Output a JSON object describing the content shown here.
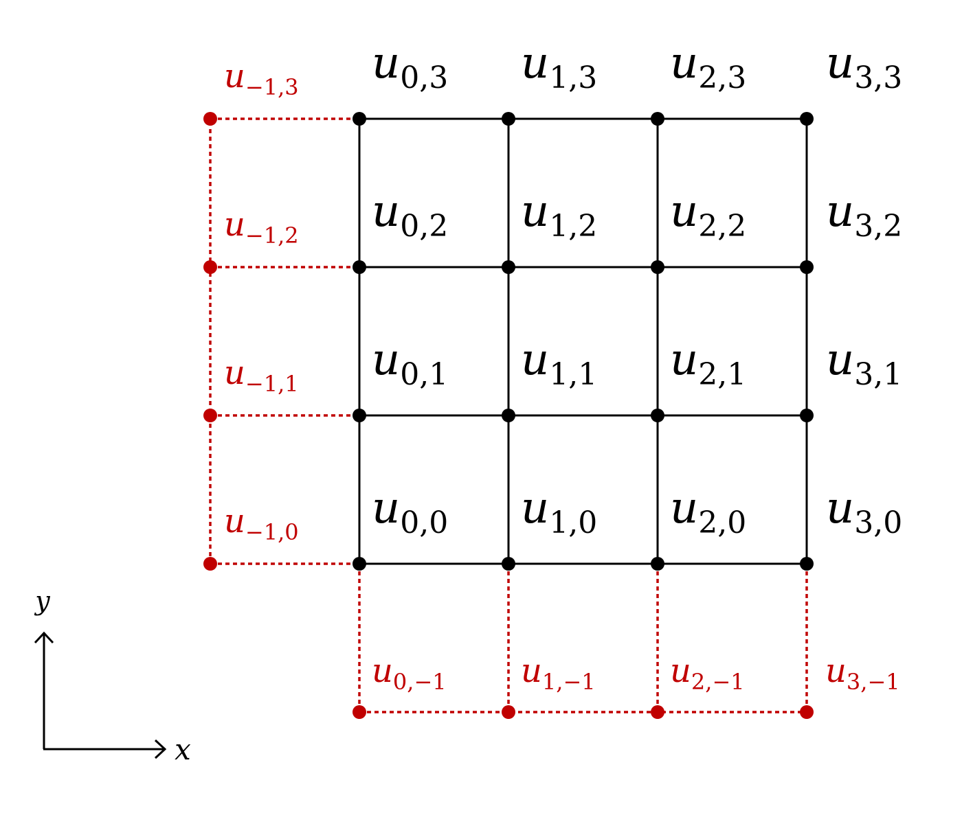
{
  "colors": {
    "interior": "#000000",
    "ghost": "#c00000",
    "background": "#ffffff"
  },
  "grid": {
    "interior_nodes": [
      {
        "id": "u00",
        "i": 0,
        "j": 0,
        "base": "u",
        "sub": "0,0"
      },
      {
        "id": "u10",
        "i": 1,
        "j": 0,
        "base": "u",
        "sub": "1,0"
      },
      {
        "id": "u20",
        "i": 2,
        "j": 0,
        "base": "u",
        "sub": "2,0"
      },
      {
        "id": "u30",
        "i": 3,
        "j": 0,
        "base": "u",
        "sub": "3,0"
      },
      {
        "id": "u01",
        "i": 0,
        "j": 1,
        "base": "u",
        "sub": "0,1"
      },
      {
        "id": "u11",
        "i": 1,
        "j": 1,
        "base": "u",
        "sub": "1,1"
      },
      {
        "id": "u21",
        "i": 2,
        "j": 1,
        "base": "u",
        "sub": "2,1"
      },
      {
        "id": "u31",
        "i": 3,
        "j": 1,
        "base": "u",
        "sub": "3,1"
      },
      {
        "id": "u02",
        "i": 0,
        "j": 2,
        "base": "u",
        "sub": "0,2"
      },
      {
        "id": "u12",
        "i": 1,
        "j": 2,
        "base": "u",
        "sub": "1,2"
      },
      {
        "id": "u22",
        "i": 2,
        "j": 2,
        "base": "u",
        "sub": "2,2"
      },
      {
        "id": "u32",
        "i": 3,
        "j": 2,
        "base": "u",
        "sub": "3,2"
      },
      {
        "id": "u03",
        "i": 0,
        "j": 3,
        "base": "u",
        "sub": "0,3"
      },
      {
        "id": "u13",
        "i": 1,
        "j": 3,
        "base": "u",
        "sub": "1,3"
      },
      {
        "id": "u23",
        "i": 2,
        "j": 3,
        "base": "u",
        "sub": "2,3"
      },
      {
        "id": "u33",
        "i": 3,
        "j": 3,
        "base": "u",
        "sub": "3,3"
      }
    ],
    "ghost_nodes": [
      {
        "id": "um10",
        "i": -1,
        "j": 0,
        "base": "u",
        "sub": "−1,0"
      },
      {
        "id": "um11",
        "i": -1,
        "j": 1,
        "base": "u",
        "sub": "−1,1"
      },
      {
        "id": "um12",
        "i": -1,
        "j": 2,
        "base": "u",
        "sub": "−1,2"
      },
      {
        "id": "um13",
        "i": -1,
        "j": 3,
        "base": "u",
        "sub": "−1,3"
      },
      {
        "id": "u0m1",
        "i": 0,
        "j": -1,
        "base": "u",
        "sub": "0,−1"
      },
      {
        "id": "u1m1",
        "i": 1,
        "j": -1,
        "base": "u",
        "sub": "1,−1"
      },
      {
        "id": "u2m1",
        "i": 2,
        "j": -1,
        "base": "u",
        "sub": "2,−1"
      },
      {
        "id": "u3m1",
        "i": 3,
        "j": -1,
        "base": "u",
        "sub": "3,−1"
      }
    ]
  },
  "axes": {
    "x_label": "x",
    "y_label": "y"
  }
}
